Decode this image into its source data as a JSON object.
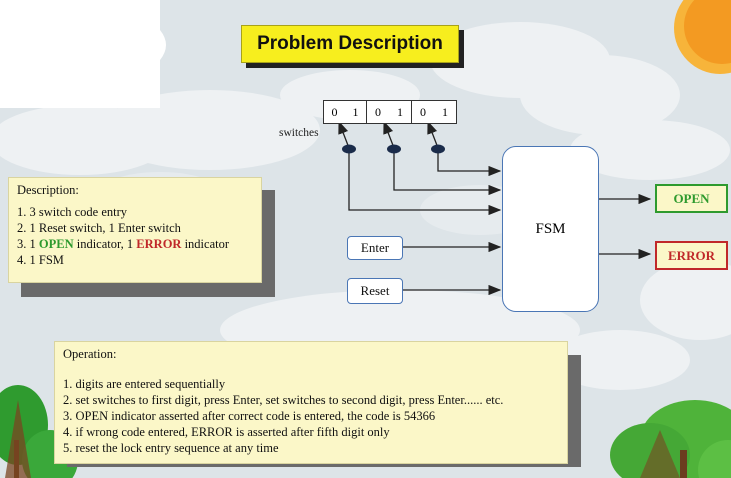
{
  "title": "Problem Description",
  "switches": {
    "label": "switches",
    "groups": [
      [
        "0",
        "1"
      ],
      [
        "0",
        "1"
      ],
      [
        "0",
        "1"
      ]
    ]
  },
  "inputs": {
    "enter": "Enter",
    "reset": "Reset"
  },
  "fsm": "FSM",
  "outputs": {
    "open": "OPEN",
    "error": "ERROR"
  },
  "description": {
    "heading": "Description:",
    "items": [
      "1. 3 switch code entry",
      "2. 1 Reset switch, 1 Enter switch",
      "3. 1 ",
      "OPEN",
      " indicator, 1 ",
      "ERROR",
      " indicator",
      "4. 1 FSM"
    ]
  },
  "operation": {
    "heading": "Operation:",
    "items": [
      "1. digits are entered sequentially",
      "2. set switches to first digit, press Enter, set switches to second digit, press Enter...... etc.",
      "3. OPEN indicator asserted after correct code is entered, the code is 54366",
      "4. if wrong code entered, ERROR is asserted after fifth digit only",
      "5. reset the lock entry sequence at any time"
    ]
  },
  "colors": {
    "open": "#2e9a2e",
    "error": "#c0282a",
    "title_bg": "#f7ee1e",
    "wire": "#222222"
  }
}
